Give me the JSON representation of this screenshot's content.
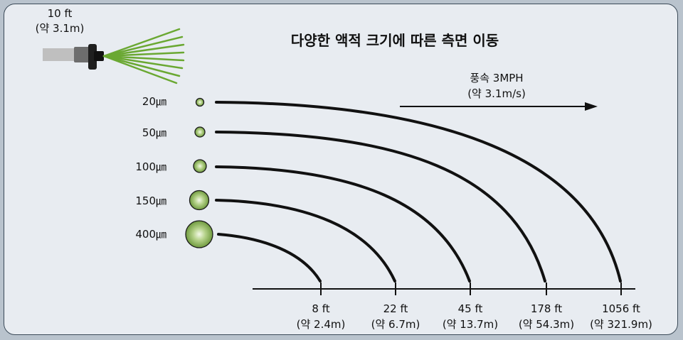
{
  "title": "다양한 액적 크기에 따른 측면 이동",
  "nozzle_height": {
    "ft": "10 ft",
    "m": "(약 3.1m)"
  },
  "wind": {
    "speed": "풍속 3MPH",
    "metric": "(약 3.1m/s)"
  },
  "colors": {
    "droplet": "#8cb35a",
    "spray": "#6aa832",
    "curve": "#111111",
    "background": "#e8ecf1",
    "border": "#3b4a58"
  },
  "droplets": [
    {
      "label": "20㎛",
      "size_um": 20,
      "distance_ft": "1056 ft",
      "distance_m": "(약 321.9m)"
    },
    {
      "label": "50㎛",
      "size_um": 50,
      "distance_ft": "178 ft",
      "distance_m": "(약 54.3m)"
    },
    {
      "label": "100㎛",
      "size_um": 100,
      "distance_ft": "45 ft",
      "distance_m": "(약 13.7m)"
    },
    {
      "label": "150㎛",
      "size_um": 150,
      "distance_ft": "22 ft",
      "distance_m": "(약 6.7m)"
    },
    {
      "label": "400㎛",
      "size_um": 400,
      "distance_ft": "8 ft",
      "distance_m": "(약 2.4m)"
    }
  ]
}
